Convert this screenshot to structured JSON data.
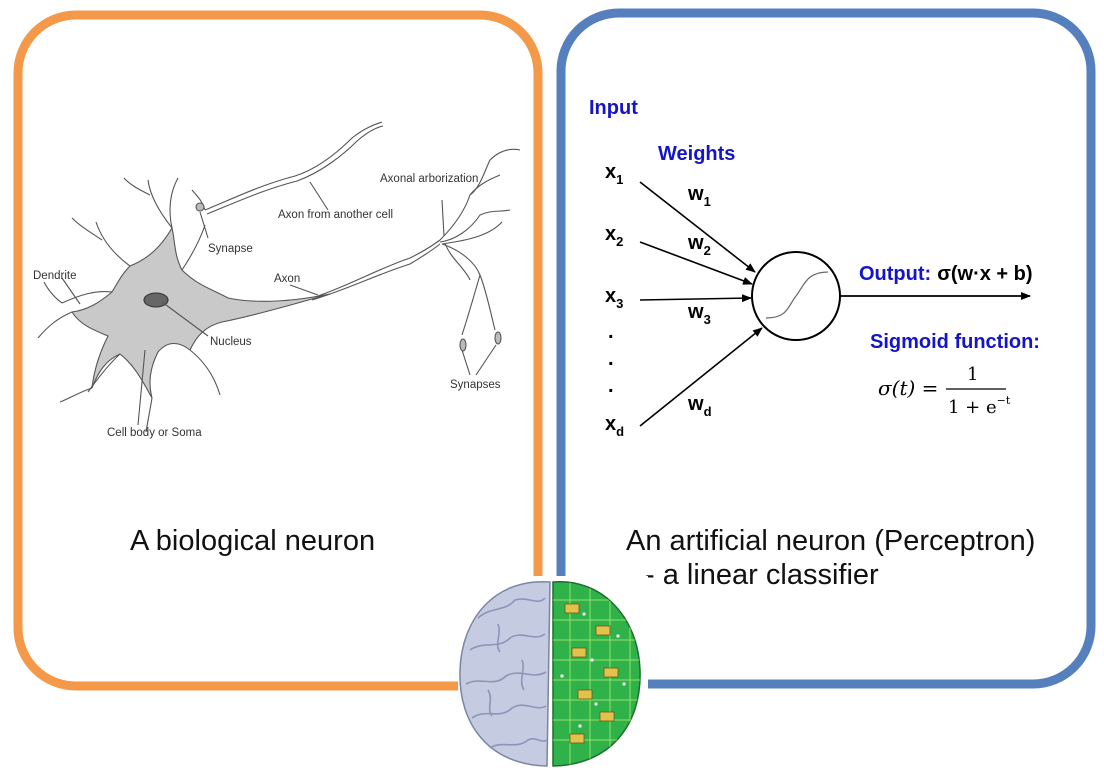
{
  "colors": {
    "left_panel_border": "#f4994a",
    "right_panel_border": "#5580bd",
    "label_blue": "#1414c8",
    "soma_fill": "#c9c9c9",
    "brain_left": "#c5cbe0",
    "brain_right": "#2fb24a"
  },
  "biological": {
    "labels": {
      "axon_from_another_cell": "Axon from another cell",
      "axonal_arborization": "Axonal arborization",
      "synapse": "Synapse",
      "dendrite": "Dendrite",
      "axon": "Axon",
      "nucleus": "Nucleus",
      "synapses": "Synapses",
      "cell_body": "Cell body or Soma"
    },
    "caption": "A biological neuron"
  },
  "artificial": {
    "input_label": "Input",
    "weights_label": "Weights",
    "inputs": [
      {
        "name": "x",
        "sub": "1"
      },
      {
        "name": "x",
        "sub": "2"
      },
      {
        "name": "x",
        "sub": "3"
      },
      {
        "name": "x",
        "sub": "d"
      }
    ],
    "weights": [
      {
        "name": "w",
        "sub": "1"
      },
      {
        "name": "w",
        "sub": "2"
      },
      {
        "name": "w",
        "sub": "3"
      },
      {
        "name": "w",
        "sub": "d"
      }
    ],
    "dots": ".",
    "output_label": "Output:",
    "output_formula": "σ(w·x + b)",
    "sigmoid_label": "Sigmoid function:",
    "sigmoid_formula": {
      "lhs": "σ(t) =",
      "numerator": "1",
      "denominator": "1 + e",
      "exponent": "−t"
    },
    "caption_line1": "An artificial neuron (Perceptron)",
    "caption_line2": "- a linear classifier"
  },
  "icons": {
    "brain": "brain-half-circuit-icon"
  }
}
